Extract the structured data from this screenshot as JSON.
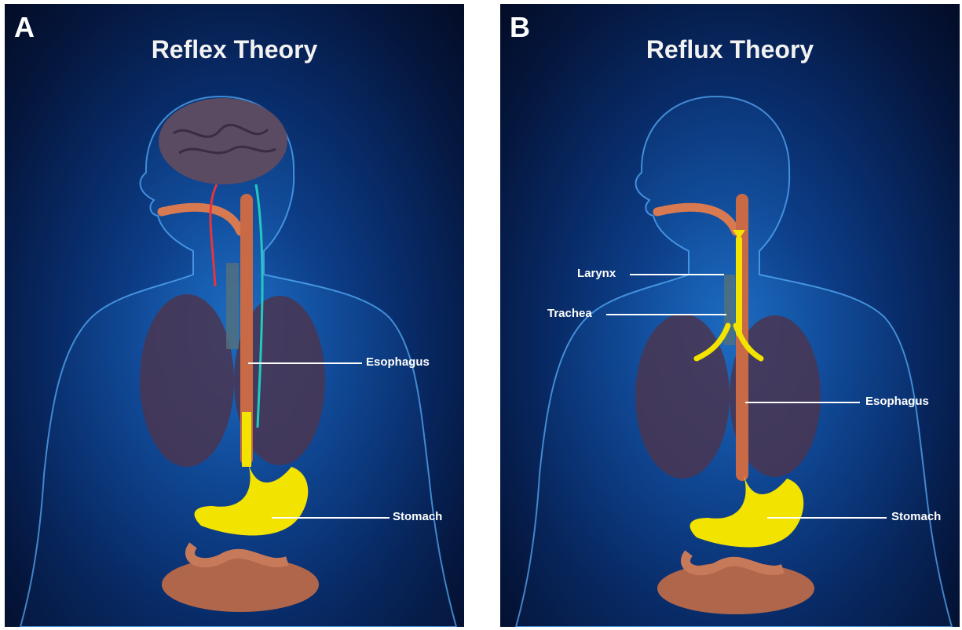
{
  "panels": [
    {
      "letter": "A",
      "title": "Reflex Theory",
      "labels": {
        "esophagus": "Esophagus",
        "stomach": "Stomach"
      }
    },
    {
      "letter": "B",
      "title": "Reflux Theory",
      "labels": {
        "larynx": "Larynx",
        "trachea": "Trachea",
        "esophagus": "Esophagus",
        "stomach": "Stomach"
      }
    }
  ],
  "colors": {
    "background": "#082a66",
    "body_outline": "#4fa8ff",
    "esophagus": "#c96a46",
    "stomach_contents": "#f2e300",
    "nerve_red": "#e8343c",
    "nerve_teal": "#22c9c0",
    "lungs": "#4a3550"
  }
}
